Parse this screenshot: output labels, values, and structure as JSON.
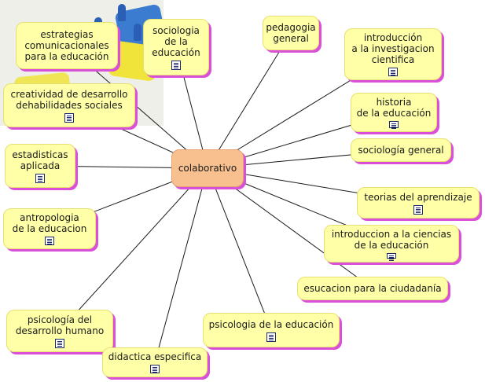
{
  "center": {
    "label": "colaborativo"
  },
  "nodes": [
    {
      "id": "estrategias",
      "label": "estrategias\ncomunicacionales\npara la educación",
      "has_doc": false
    },
    {
      "id": "sociologia-educacion",
      "label": "sociologia\nde la\neducación",
      "has_doc": true
    },
    {
      "id": "pedagogia",
      "label": "pedagogia\ngeneral",
      "has_doc": false
    },
    {
      "id": "introduccion-investigacion",
      "label": "introducción\na la investigacion\ncientifica",
      "has_doc": true
    },
    {
      "id": "creatividad",
      "label": "creatividad de desarrollo\ndehabilidades sociales",
      "has_doc": true
    },
    {
      "id": "historia",
      "label": "historia\nde la educación",
      "has_doc": true
    },
    {
      "id": "sociologia-general",
      "label": "sociología general",
      "has_doc": false
    },
    {
      "id": "estadisticas",
      "label": "estadisticas\naplicada",
      "has_doc": true
    },
    {
      "id": "teorias",
      "label": "teorias del aprendizaje",
      "has_doc": true
    },
    {
      "id": "antropologia",
      "label": "antropologia\nde la educacion",
      "has_doc": true
    },
    {
      "id": "introduccion-ciencias",
      "label": "introduccion a la ciencias\nde la educación",
      "has_doc": true
    },
    {
      "id": "ciudadania",
      "label": "esucacion para la ciudadanía",
      "has_doc": false
    },
    {
      "id": "psicologia-desarrollo",
      "label": "psicología del\ndesarrollo humano",
      "has_doc": true
    },
    {
      "id": "psicologia-educacion",
      "label": "psicologia de la educación",
      "has_doc": true
    },
    {
      "id": "didactica",
      "label": "didactica especifica",
      "has_doc": true
    }
  ],
  "colors": {
    "node_fill": "#ffffa8",
    "center_fill": "#f9c08f",
    "shadow": "#d94fd9",
    "connector": "#1a1a1a"
  }
}
